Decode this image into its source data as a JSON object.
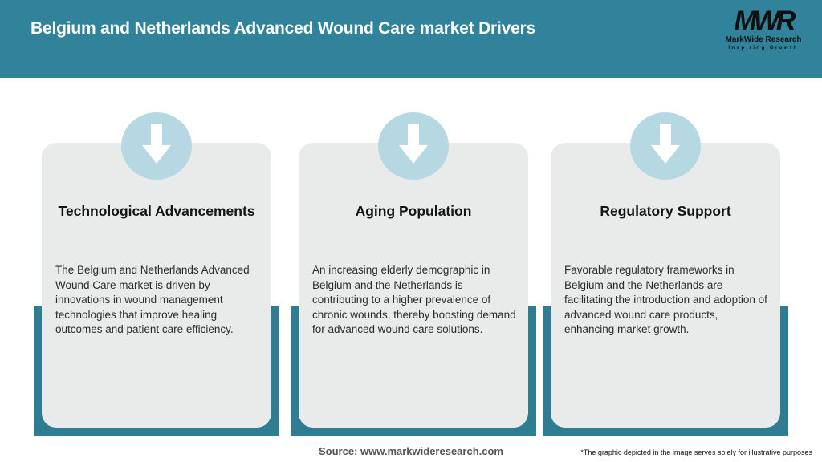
{
  "header": {
    "title": "Belgium and Netherlands Advanced Wound Care market Drivers",
    "logo": {
      "mark": "MWR",
      "name": "MarkWide Research",
      "tagline": "Inspiring Growth"
    }
  },
  "cards": [
    {
      "title": "Technological Advancements",
      "body": "The Belgium and Netherlands Advanced Wound Care market is driven by innovations in wound management technologies that improve healing outcomes and patient care efficiency."
    },
    {
      "title": "Aging Population",
      "body": "An increasing elderly demographic in Belgium and the Netherlands is contributing to a higher prevalence of chronic wounds, thereby boosting demand for advanced wound care solutions."
    },
    {
      "title": "Regulatory Support",
      "body": "Favorable regulatory frameworks in Belgium and the Netherlands are facilitating the introduction and adoption of advanced wound care products, enhancing market growth."
    }
  ],
  "footer": {
    "source": "Source: www.markwideresearch.com",
    "disclaimer": "*The graphic depicted in the image serves solely for illustrative purposes"
  },
  "colors": {
    "header_teal": "#30839a",
    "card_teal": "#2e7d93",
    "card_gray": "#e9ebeb",
    "circle_blue": "#b6d8e3",
    "background": "#ffffff"
  }
}
